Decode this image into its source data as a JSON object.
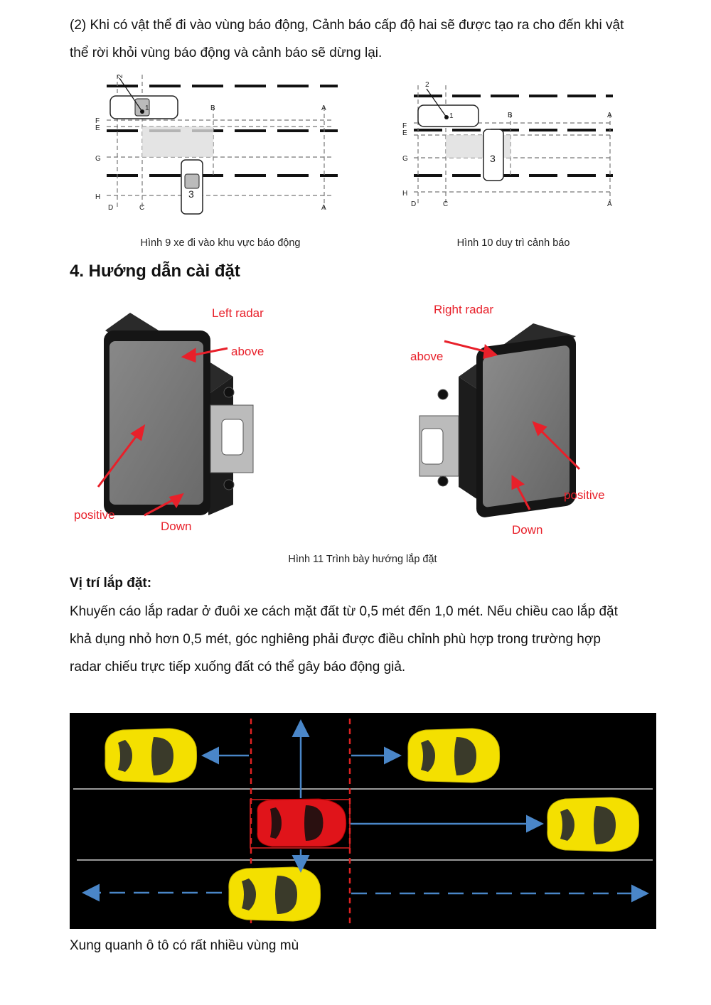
{
  "intro": {
    "line1": "(2) Khi có vật thể đi vào vùng báo động, Cảnh báo cấp độ hai sẽ được tạo ra cho đến khi vật",
    "line2": "thể rời khỏi vùng báo động và cảnh báo sẽ dừng lại."
  },
  "figures": {
    "fig9_caption": "Hình 9 xe đi vào khu vực báo động",
    "fig10_caption": "Hình 10 duy trì cảnh báo",
    "fig11_caption": "Hình 11 Trình bày hướng lắp đặt",
    "diagram_labels": {
      "two": "2",
      "one": "1",
      "three": "3",
      "A": "A",
      "B": "B",
      "C": "C",
      "D": "D",
      "E": "E",
      "F": "F",
      "G": "G",
      "H": "H"
    }
  },
  "section4": {
    "title": "4. Hướng dẫn cài đặt"
  },
  "radar": {
    "left_title": "Left radar",
    "right_title": "Right radar",
    "above": "above",
    "positive": "positive",
    "down": "Down"
  },
  "install": {
    "heading": "Vị trí lắp đặt:",
    "line1": "Khuyến cáo lắp radar ở đuôi xe cách mặt đất từ 0,5 mét đến 1,0 mét. Nếu chiều cao lắp đặt",
    "line2": "khả dụng nhỏ hơn 0,5 mét, góc nghiêng phải được điều chỉnh phù hợp trong trường hợp",
    "line3": "radar chiếu trực tiếp xuống đất có thể gây báo động giả."
  },
  "blindspot_caption": "Xung quanh ô tô có rất nhiều vùng mù",
  "colors": {
    "arrow_red": "#e8202a",
    "car_yellow": "#f4e000",
    "car_red": "#e0141a",
    "arrow_blue": "#4a86c8"
  }
}
